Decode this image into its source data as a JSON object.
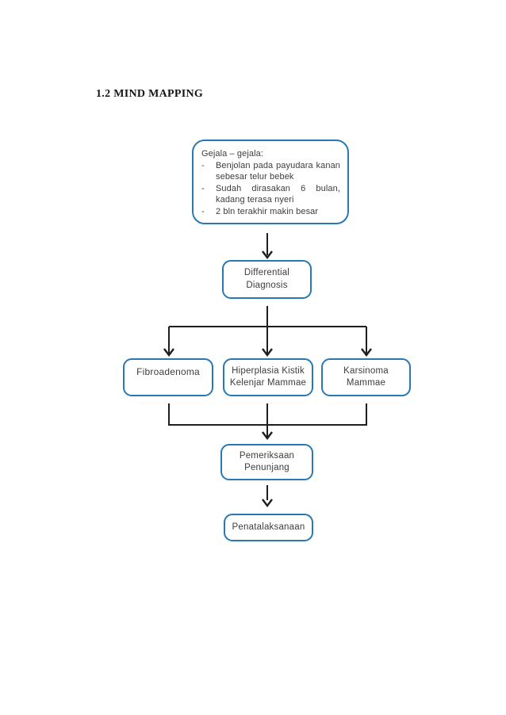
{
  "page": {
    "title": "1.2 MIND MAPPING"
  },
  "diagram": {
    "colors": {
      "box_border": "#2878b5",
      "connector": "#1e1e1e",
      "text": "#3d3d3d"
    },
    "gejala_box": {
      "heading": "Gejala – gejala:",
      "bullet_char": "-",
      "items": [
        {
          "lines": [
            "Benjolan pada payudara kanan",
            "sebesar telur bebek"
          ]
        },
        {
          "lines": [
            "Sudah dirasakan 6 bulan,",
            "kadang terasa nyeri"
          ]
        },
        {
          "lines": [
            "2 bln terakhir makin besar"
          ]
        }
      ]
    },
    "nodes": {
      "differential": {
        "lines": [
          "Differential",
          "Diagnosis"
        ]
      },
      "fibroadenoma": {
        "lines": [
          "Fibroadenoma"
        ]
      },
      "hiperplasia": {
        "lines": [
          "Hiperplasia Kistik",
          "Kelenjar Mammae"
        ]
      },
      "karsinoma": {
        "lines": [
          "Karsinoma",
          "Mammae"
        ]
      },
      "pemeriksaan": {
        "lines": [
          "Pemeriksaan",
          "Penunjang"
        ]
      },
      "penatalaksanaan": {
        "lines": [
          "Penatalaksanaan"
        ]
      }
    }
  }
}
